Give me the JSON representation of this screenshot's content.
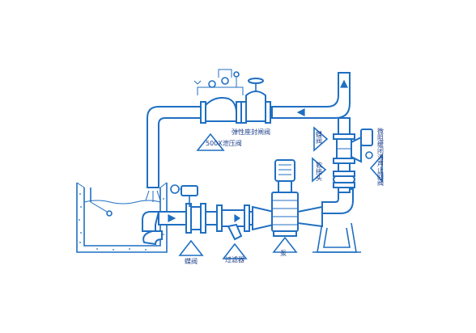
{
  "labels": {
    "butterfly_valve_top": "弹性座封闸阀",
    "pressure_valve": "500X泄压阀",
    "butterfly_valve": "蝶阀",
    "filter": "过滤器",
    "pump": "泵",
    "soft_joint": "软接头",
    "right_butterfly": "蝶阀",
    "slow_check_valve": "微阻缓闭消声止回阀"
  },
  "colors": {
    "line": "#1f6fc2",
    "label": "#1e3f8a",
    "fill": "#ffffff"
  }
}
